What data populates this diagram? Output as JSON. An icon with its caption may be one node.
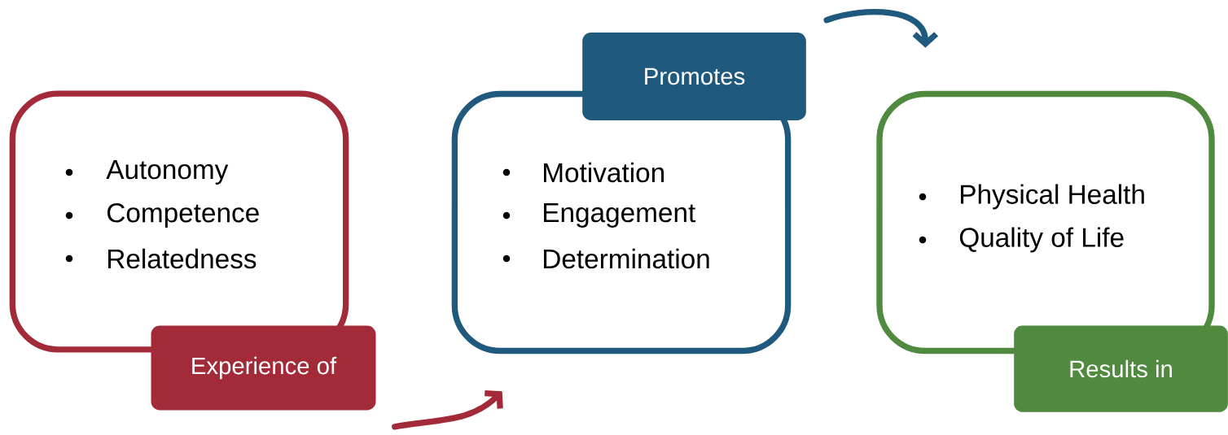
{
  "diagram": {
    "nodes": [
      {
        "text": [
          "Autonomy",
          "Competence",
          "Relatedness"
        ]
      },
      {
        "text": [
          "Experience of"
        ]
      },
      {
        "text": [
          "Motivation",
          "Engagement",
          "Determination"
        ]
      },
      {
        "text": [
          "Promotes"
        ]
      },
      {
        "text": [
          "Physical Health",
          "Quality of Life"
        ]
      },
      {
        "text": [
          "Results in"
        ]
      }
    ],
    "edges": [
      {
        "from": 1,
        "to": 2,
        "arrow": "to",
        "color": "#a32a38"
      },
      {
        "from": 3,
        "to": 4,
        "arrow": "to",
        "color": "#1f5a7e"
      }
    ]
  }
}
